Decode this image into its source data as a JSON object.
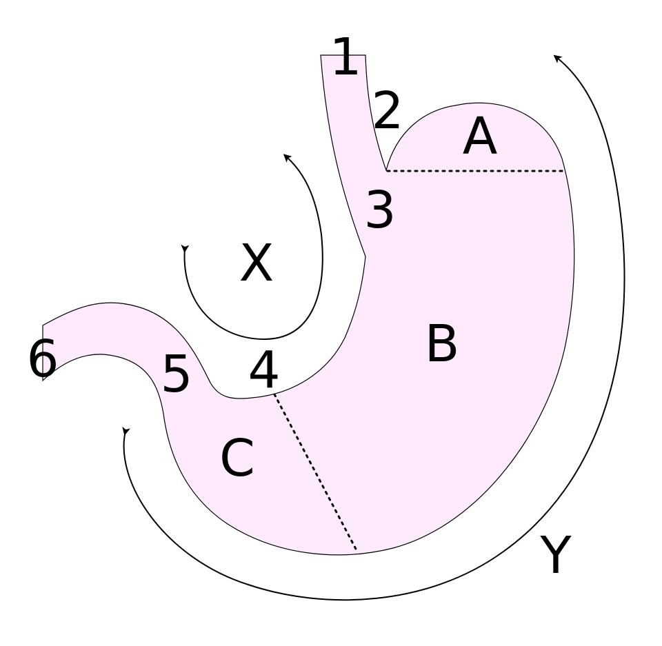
{
  "colors": {
    "fill": "#fdebfd",
    "outline": "#000000",
    "background": "#ffffff"
  },
  "labels": {
    "n1": "1",
    "n2": "2",
    "n3": "3",
    "n4": "4",
    "n5": "5",
    "n6": "6",
    "a": "A",
    "b": "B",
    "c": "C",
    "x": "X",
    "y": "Y"
  }
}
